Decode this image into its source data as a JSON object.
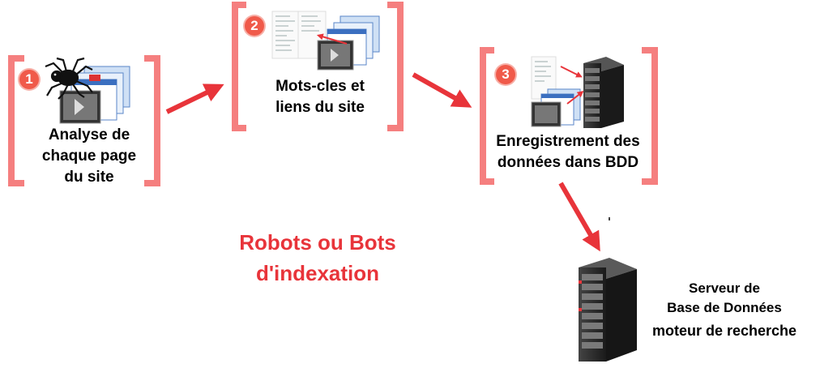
{
  "steps": [
    {
      "number": "1",
      "label_lines": [
        "Analyse de",
        "chaque page",
        "du site"
      ]
    },
    {
      "number": "2",
      "label_lines": [
        "Mots-cles et",
        "liens du site"
      ]
    },
    {
      "number": "3",
      "label_lines": [
        "Enregistrement des",
        "données dans BDD"
      ]
    }
  ],
  "robots_caption": [
    "Robots ou Bots",
    "d'indexation"
  ],
  "server_caption": [
    "Serveur de",
    "Base de Données",
    "moteur de recherche"
  ],
  "colors": {
    "bracket": "#f57f7f",
    "arrow": "#e8343a",
    "badge": "#f05a4a",
    "server": "#2b2b2b"
  },
  "icons": [
    "spider-icon",
    "webpage-screenshots-icon",
    "server-rack-icon",
    "document-list-icon"
  ]
}
